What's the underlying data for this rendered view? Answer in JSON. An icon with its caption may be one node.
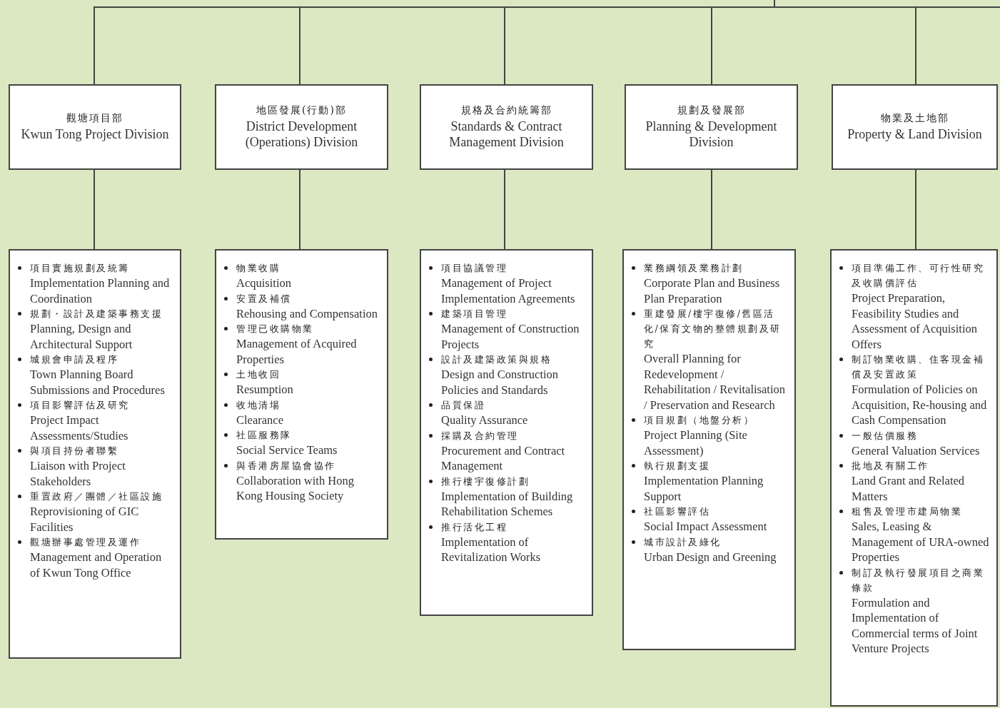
{
  "diagram": {
    "nodes": [
      {
        "text": [
          "觀塘項目部",
          "Kwun Tong Project Division"
        ]
      },
      {
        "text": [
          "地區發展(行動)部",
          "District Development (Operations) Division"
        ]
      },
      {
        "text": [
          "規格及合約統籌部",
          "Standards & Contract Management Division"
        ]
      },
      {
        "text": [
          "規劃及發展部",
          "Planning & Development Division"
        ]
      },
      {
        "text": [
          "物業及土地部",
          "Property & Land Division"
        ]
      },
      {
        "text": [
          "項目實施規劃及統籌",
          "Implementation Planning and Coordination",
          "規劃・設計及建築事務支援",
          "Planning, Design and Architectural Support",
          "城規會申請及程序",
          "Town Planning Board Submissions and Procedures",
          "項目影響評估及研究",
          "Project Impact Assessments/Studies",
          "與項目持份者聯繫",
          "Liaison with Project Stakeholders",
          "重置政府／團體／社區設施",
          "Reprovisioning of GIC Facilities",
          "觀塘辦事處管理及運作",
          "Management and Operation of Kwun Tong Office"
        ]
      },
      {
        "text": [
          "物業收購",
          "Acquisition",
          "安置及補償",
          "Rehousing and Compensation",
          "管理已收購物業",
          "Management of Acquired Properties",
          "土地收回",
          "Resumption",
          "收地清場",
          "Clearance",
          "社區服務隊",
          "Social Service Teams",
          "與香港房屋協會協作",
          "Collaboration with Hong Kong Housing Society"
        ]
      },
      {
        "text": [
          "項目協議管理",
          "Management of Project Implementation Agreements",
          "建築項目管理",
          "Management of Construction Projects",
          "設計及建築政策與規格",
          "Design and Construction Policies and Standards",
          "品質保證",
          "Quality Assurance",
          "採購及合約管理",
          "Procurement and Contract Management",
          "推行樓宇復修計劃",
          "Implementation of Building Rehabilitation Schemes",
          "推行活化工程",
          "Implementation of Revitalization Works"
        ]
      },
      {
        "text": [
          "業務綱領及業務計劃",
          "Corporate Plan and Business Plan Preparation",
          "重建發展/樓宇復修/舊區活化/保育文物的整體規劃及研究",
          "Overall Planning for Redevelopment / Rehabilitation / Revitalisation / Preservation and Research",
          "項目規劃（地盤分析）",
          "Project Planning (Site Assessment)",
          "執行規劃支援",
          "Implementation Planning Support",
          "社區影響評估",
          "Social Impact Assessment",
          "城市設計及綠化",
          "Urban Design and Greening"
        ]
      },
      {
        "text": [
          "項目準備工作、可行性研究及收購價評估",
          "Project Preparation, Feasibility Studies and Assessment of Acquisition Offers",
          "制訂物業收購、住客現金補償及安置政策",
          "Formulation of Policies on Acquisition, Re-housing and Cash Compensation",
          "一般估價服務",
          "General Valuation Services",
          "批地及有關工作",
          "Land Grant and Related Matters",
          "租售及管理市建局物業",
          "Sales, Leasing & Management of URA-owned Properties",
          "制訂及執行發展項目之商業條款",
          "Formulation and Implementation of Commercial terms of Joint Venture Projects"
        ]
      }
    ],
    "edges": [
      {
        "from": null,
        "to": 0,
        "arrow": "none"
      },
      {
        "from": null,
        "to": 1,
        "arrow": "none"
      },
      {
        "from": null,
        "to": 2,
        "arrow": "none"
      },
      {
        "from": null,
        "to": 3,
        "arrow": "none"
      },
      {
        "from": null,
        "to": 4,
        "arrow": "none"
      },
      {
        "from": 0,
        "to": 5,
        "arrow": "none"
      },
      {
        "from": 1,
        "to": 6,
        "arrow": "none"
      },
      {
        "from": 2,
        "to": 7,
        "arrow": "none"
      },
      {
        "from": 3,
        "to": 8,
        "arrow": "none"
      },
      {
        "from": 4,
        "to": 9,
        "arrow": "none"
      }
    ]
  }
}
